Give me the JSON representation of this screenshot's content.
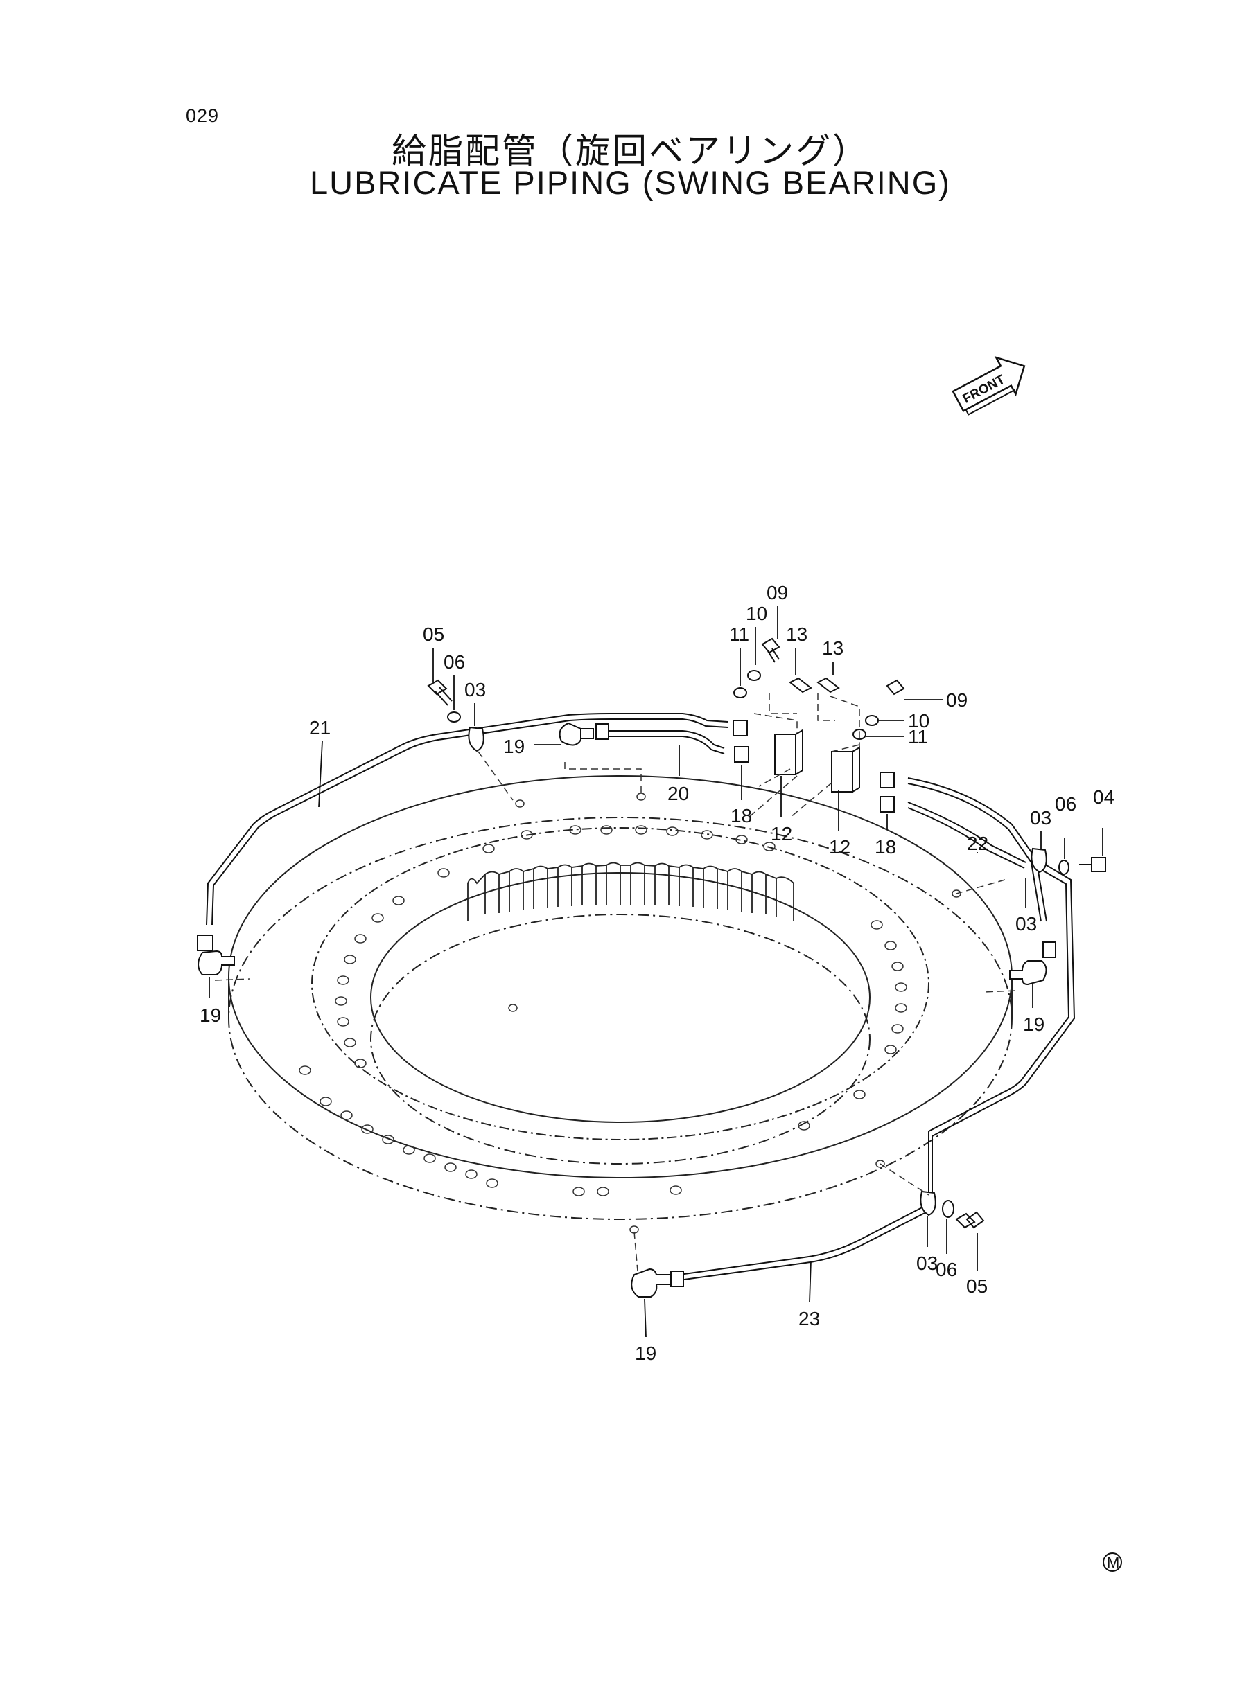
{
  "page_number": "029",
  "title_jp": "給脂配管（旋回ベアリング）",
  "title_en": "LUBRICATE PIPING (SWING BEARING)",
  "front_label": "FRONT",
  "corner_mark": "M",
  "callouts": {
    "c05a": "05",
    "c06a": "06",
    "c03a": "03",
    "c21": "21",
    "c19a": "19",
    "c20": "20",
    "c09a": "09",
    "c10a": "10",
    "c11a": "11",
    "c13a": "13",
    "c13b": "13",
    "c09b": "09",
    "c10b": "10",
    "c11b": "11",
    "c18a": "18",
    "c12a": "12",
    "c12b": "12",
    "c18b": "18",
    "c03b": "03",
    "c06b": "06",
    "c04": "04",
    "c22": "22",
    "c03c": "03",
    "c19b": "19",
    "c19c": "19",
    "c03d": "03",
    "c06c": "06",
    "c05b": "05",
    "c23": "23",
    "c19d": "19"
  }
}
